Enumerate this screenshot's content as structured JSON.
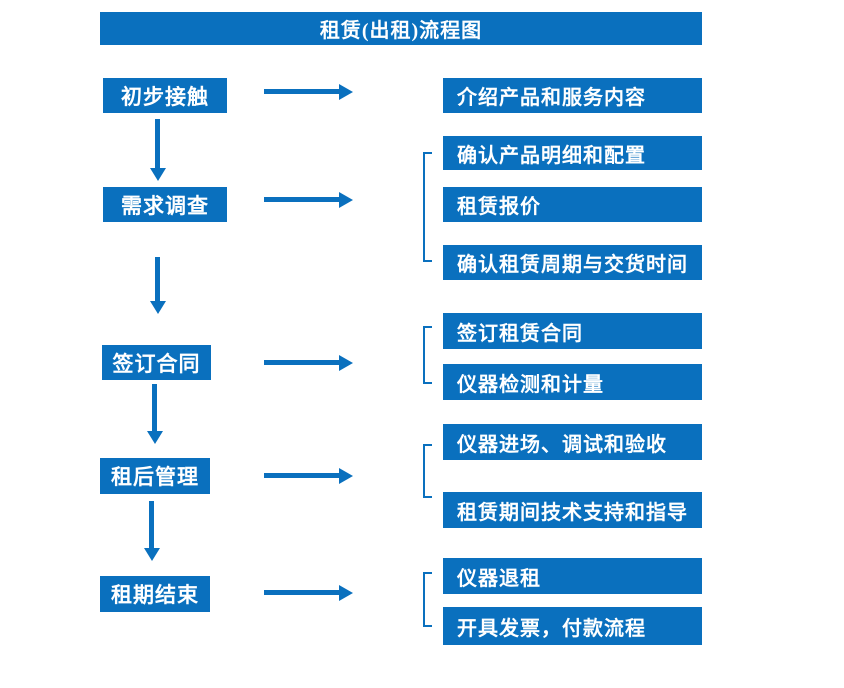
{
  "title": "租赁(出租)流程图",
  "colors": {
    "primary": "#0a70be",
    "box_text": "#ffffff",
    "background": "#ffffff"
  },
  "steps": [
    {
      "label": "初步接触",
      "outputs": [
        "介绍产品和服务内容"
      ]
    },
    {
      "label": "需求调查",
      "outputs": [
        "确认产品明细和配置",
        "租赁报价",
        "确认租赁周期与交货时间"
      ]
    },
    {
      "label": "签订合同",
      "outputs": [
        "签订租赁合同",
        "仪器检测和计量"
      ]
    },
    {
      "label": "租后管理",
      "outputs": [
        "仪器进场、调试和验收",
        "租赁期间技术支持和指导"
      ]
    },
    {
      "label": "租期结束",
      "outputs": [
        "仪器退租",
        "开具发票，付款流程"
      ]
    }
  ]
}
